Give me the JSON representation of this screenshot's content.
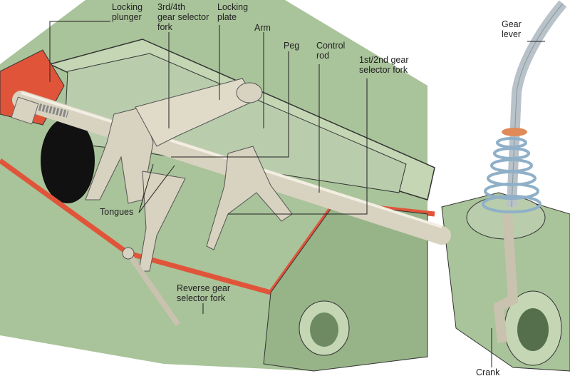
{
  "labels": {
    "locking_plunger": "Locking\nplunger",
    "fork_3_4": "3rd/4th\ngear selector\nfork",
    "locking_plate": "Locking\nplate",
    "arm": "Arm",
    "peg": "Peg",
    "control_rod": "Control\nrod",
    "fork_1_2": "1st/2nd gear\nselector fork",
    "gear_lever": "Gear\nlever",
    "tongues": "Tongues",
    "reverse_fork": "Reverse gear\nselector fork",
    "crank": "Crank"
  },
  "colors": {
    "casing": "#a9c39a",
    "casing_dark": "#7f9e74",
    "interior": "#c9d9bc",
    "gasket": "#e0553a",
    "metal": "#d8d2c0",
    "metal_dark": "#9a9482",
    "spring": "#8fb0c8"
  }
}
